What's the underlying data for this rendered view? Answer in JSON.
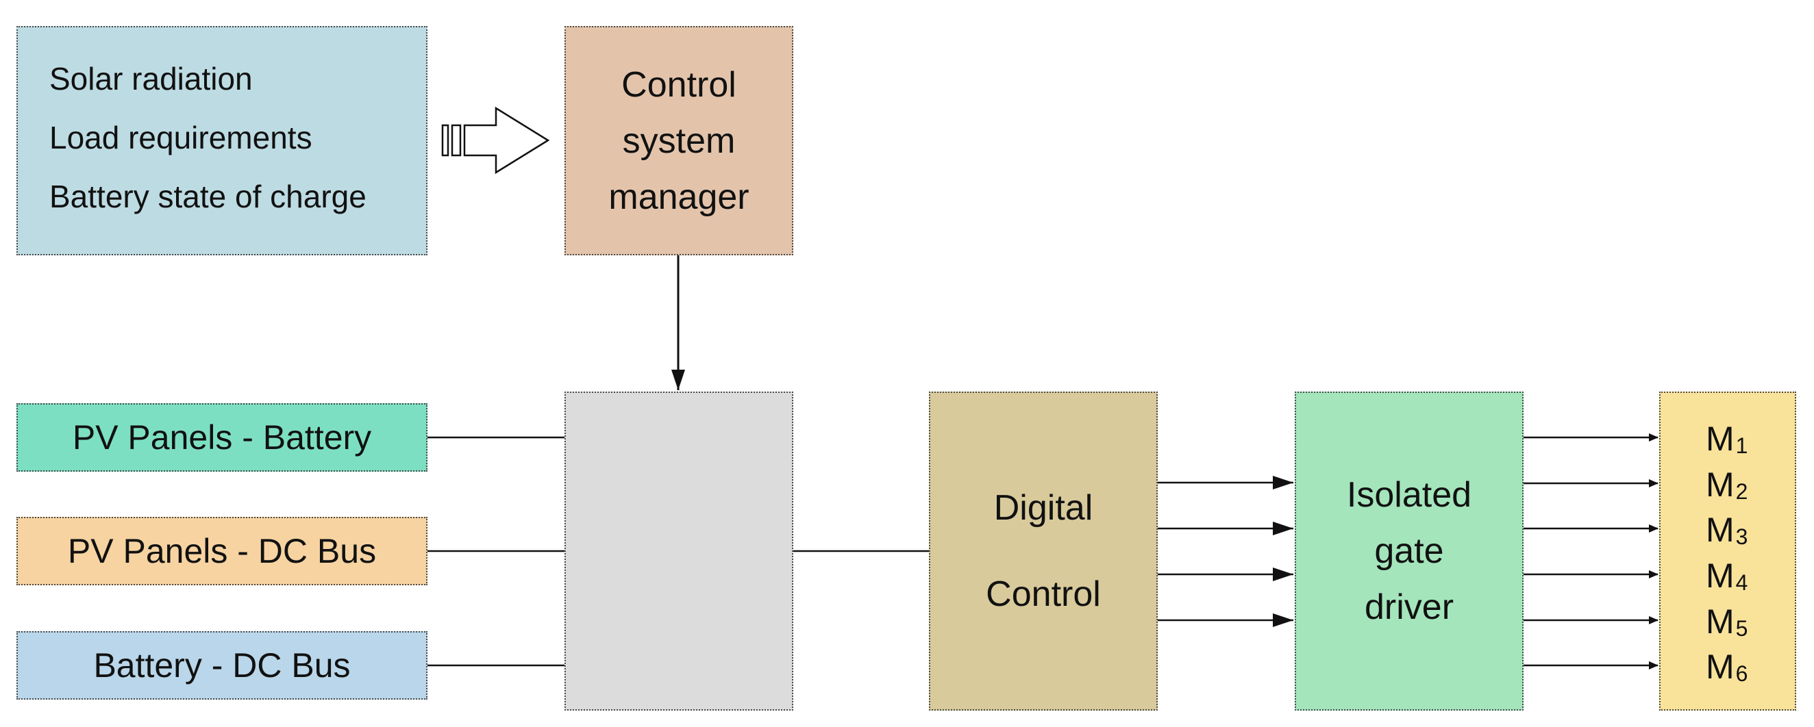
{
  "inputs_box": {
    "lines": [
      "Solar radiation",
      "Load requirements",
      "Battery state of charge"
    ]
  },
  "control_manager": {
    "lines": [
      "Control",
      "system",
      "manager"
    ]
  },
  "sources": {
    "pv_battery": "PV Panels - Battery",
    "pv_dcbus": "PV Panels - DC Bus",
    "battery_dcbus": "Battery - DC Bus"
  },
  "digital_control": {
    "lines": [
      "Digital",
      "Control"
    ]
  },
  "gate_driver": {
    "lines": [
      "Isolated",
      "gate",
      "driver"
    ]
  },
  "outputs": {
    "letter": "M",
    "indices": [
      "1",
      "2",
      "3",
      "4",
      "5",
      "6"
    ]
  },
  "colors": {
    "inputs_bg": "#bddbe2",
    "control_manager_bg": "#e3c4ab",
    "pv_battery_bg": "#7ddfc1",
    "pv_dcbus_bg": "#f6d3a1",
    "battery_dcbus_bg": "#b9d6ea",
    "switch_bg": "#dcdcdc",
    "digital_control_bg": "#d8ca9b",
    "gate_driver_bg": "#a4e5bc",
    "outputs_bg": "#f9e29a"
  }
}
